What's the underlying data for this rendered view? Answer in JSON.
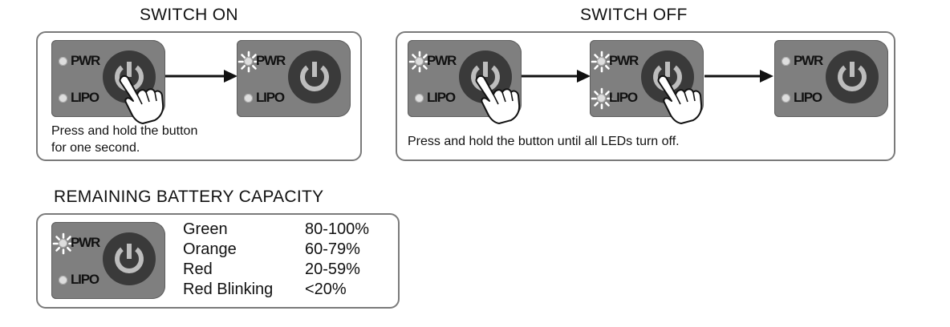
{
  "switch_on": {
    "title": "SWITCH ON",
    "caption_line1": "Press and hold the button",
    "caption_line2": "for one second."
  },
  "switch_off": {
    "title": "SWITCH OFF",
    "caption": "Press and hold the button until all LEDs turn off."
  },
  "battery": {
    "title": "REMAINING BATTERY CAPACITY",
    "levels": [
      {
        "color": "Green",
        "range": "80-100%"
      },
      {
        "color": "Orange",
        "range": "60-79%"
      },
      {
        "color": "Red",
        "range": "20-59%"
      },
      {
        "color": "Red Blinking",
        "range": "<20%"
      }
    ]
  },
  "panel": {
    "pwr_label": "PWR",
    "lipo_label": "LIPO"
  },
  "colors": {
    "panel": "#7f7f7f",
    "button": "#3a3a3a",
    "power_symbol": "#bdbdbd",
    "led_off": "#dedede",
    "frame": "#7a7a7a"
  },
  "icons": [
    "power-icon",
    "finger-press-icon",
    "led-blink-icon",
    "right-arrow-icon"
  ]
}
